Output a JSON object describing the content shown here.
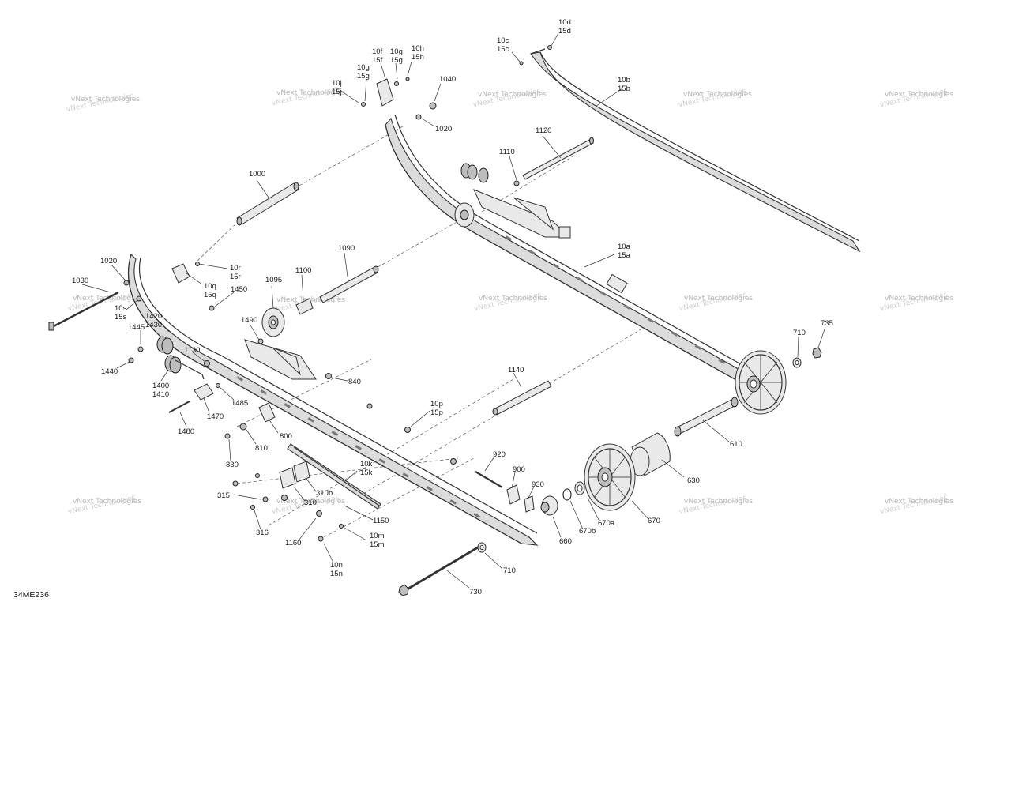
{
  "diagram": {
    "reference": "34ME236",
    "watermark": "vNext Technologies",
    "callouts": [
      {
        "id": "c-10d",
        "lines": [
          "10d",
          "15d"
        ]
      },
      {
        "id": "c-10c",
        "lines": [
          "10c",
          "15c"
        ]
      },
      {
        "id": "c-10f",
        "lines": [
          "10f",
          "15f"
        ]
      },
      {
        "id": "c-10g-top",
        "lines": [
          "10g",
          "15g"
        ]
      },
      {
        "id": "c-10h",
        "lines": [
          "10h",
          "15h"
        ]
      },
      {
        "id": "c-10g-left",
        "lines": [
          "10g",
          "15g"
        ]
      },
      {
        "id": "c-10j",
        "lines": [
          "10j",
          "15j"
        ]
      },
      {
        "id": "c-1040",
        "lines": [
          "1040"
        ]
      },
      {
        "id": "c-1020-top",
        "lines": [
          "1020"
        ]
      },
      {
        "id": "c-10b",
        "lines": [
          "10b",
          "15b"
        ]
      },
      {
        "id": "c-1120",
        "lines": [
          "1120"
        ]
      },
      {
        "id": "c-1110",
        "lines": [
          "1110"
        ]
      },
      {
        "id": "c-1000",
        "lines": [
          "1000"
        ]
      },
      {
        "id": "c-10a",
        "lines": [
          "10a",
          "15a"
        ]
      },
      {
        "id": "c-1090",
        "lines": [
          "1090"
        ]
      },
      {
        "id": "c-1020-left",
        "lines": [
          "1020"
        ]
      },
      {
        "id": "c-10r",
        "lines": [
          "10r",
          "15r"
        ]
      },
      {
        "id": "c-10q",
        "lines": [
          "10q",
          "15q"
        ]
      },
      {
        "id": "c-1030",
        "lines": [
          "1030"
        ]
      },
      {
        "id": "c-1100",
        "lines": [
          "1100"
        ]
      },
      {
        "id": "c-1095",
        "lines": [
          "1095"
        ]
      },
      {
        "id": "c-1450",
        "lines": [
          "1450"
        ]
      },
      {
        "id": "c-10s",
        "lines": [
          "10s",
          "15s"
        ]
      },
      {
        "id": "c-1420",
        "lines": [
          "1420",
          "1430"
        ]
      },
      {
        "id": "c-1490",
        "lines": [
          "1490"
        ]
      },
      {
        "id": "c-1445",
        "lines": [
          "1445"
        ]
      },
      {
        "id": "c-1130",
        "lines": [
          "1130"
        ]
      },
      {
        "id": "c-710-right",
        "lines": [
          "710"
        ]
      },
      {
        "id": "c-735",
        "lines": [
          "735"
        ]
      },
      {
        "id": "c-1440",
        "lines": [
          "1440"
        ]
      },
      {
        "id": "c-1400",
        "lines": [
          "1400",
          "1410"
        ]
      },
      {
        "id": "c-1140",
        "lines": [
          "1140"
        ]
      },
      {
        "id": "c-840",
        "lines": [
          "840"
        ]
      },
      {
        "id": "c-1485",
        "lines": [
          "1485"
        ]
      },
      {
        "id": "c-1470",
        "lines": [
          "1470"
        ]
      },
      {
        "id": "c-10p",
        "lines": [
          "10p",
          "15p"
        ]
      },
      {
        "id": "c-1480",
        "lines": [
          "1480"
        ]
      },
      {
        "id": "c-800",
        "lines": [
          "800"
        ]
      },
      {
        "id": "c-610",
        "lines": [
          "610"
        ]
      },
      {
        "id": "c-810",
        "lines": [
          "810"
        ]
      },
      {
        "id": "c-830",
        "lines": [
          "830"
        ]
      },
      {
        "id": "c-920",
        "lines": [
          "920"
        ]
      },
      {
        "id": "c-10k",
        "lines": [
          "10k",
          "15k"
        ]
      },
      {
        "id": "c-900",
        "lines": [
          "900"
        ]
      },
      {
        "id": "c-630",
        "lines": [
          "630"
        ]
      },
      {
        "id": "c-930",
        "lines": [
          "930"
        ]
      },
      {
        "id": "c-310b",
        "lines": [
          "310b"
        ]
      },
      {
        "id": "c-315",
        "lines": [
          "315"
        ]
      },
      {
        "id": "c-310",
        "lines": [
          "310"
        ]
      },
      {
        "id": "c-1150",
        "lines": [
          "1150"
        ]
      },
      {
        "id": "c-670a",
        "lines": [
          "670a"
        ]
      },
      {
        "id": "c-670",
        "lines": [
          "670"
        ]
      },
      {
        "id": "c-316",
        "lines": [
          "316"
        ]
      },
      {
        "id": "c-670b",
        "lines": [
          "670b"
        ]
      },
      {
        "id": "c-1160",
        "lines": [
          "1160"
        ]
      },
      {
        "id": "c-10m",
        "lines": [
          "10m",
          "15m"
        ]
      },
      {
        "id": "c-660",
        "lines": [
          "660"
        ]
      },
      {
        "id": "c-710-bottom",
        "lines": [
          "710"
        ]
      },
      {
        "id": "c-10n",
        "lines": [
          "10n",
          "15n"
        ]
      },
      {
        "id": "c-730",
        "lines": [
          "730"
        ]
      }
    ]
  }
}
